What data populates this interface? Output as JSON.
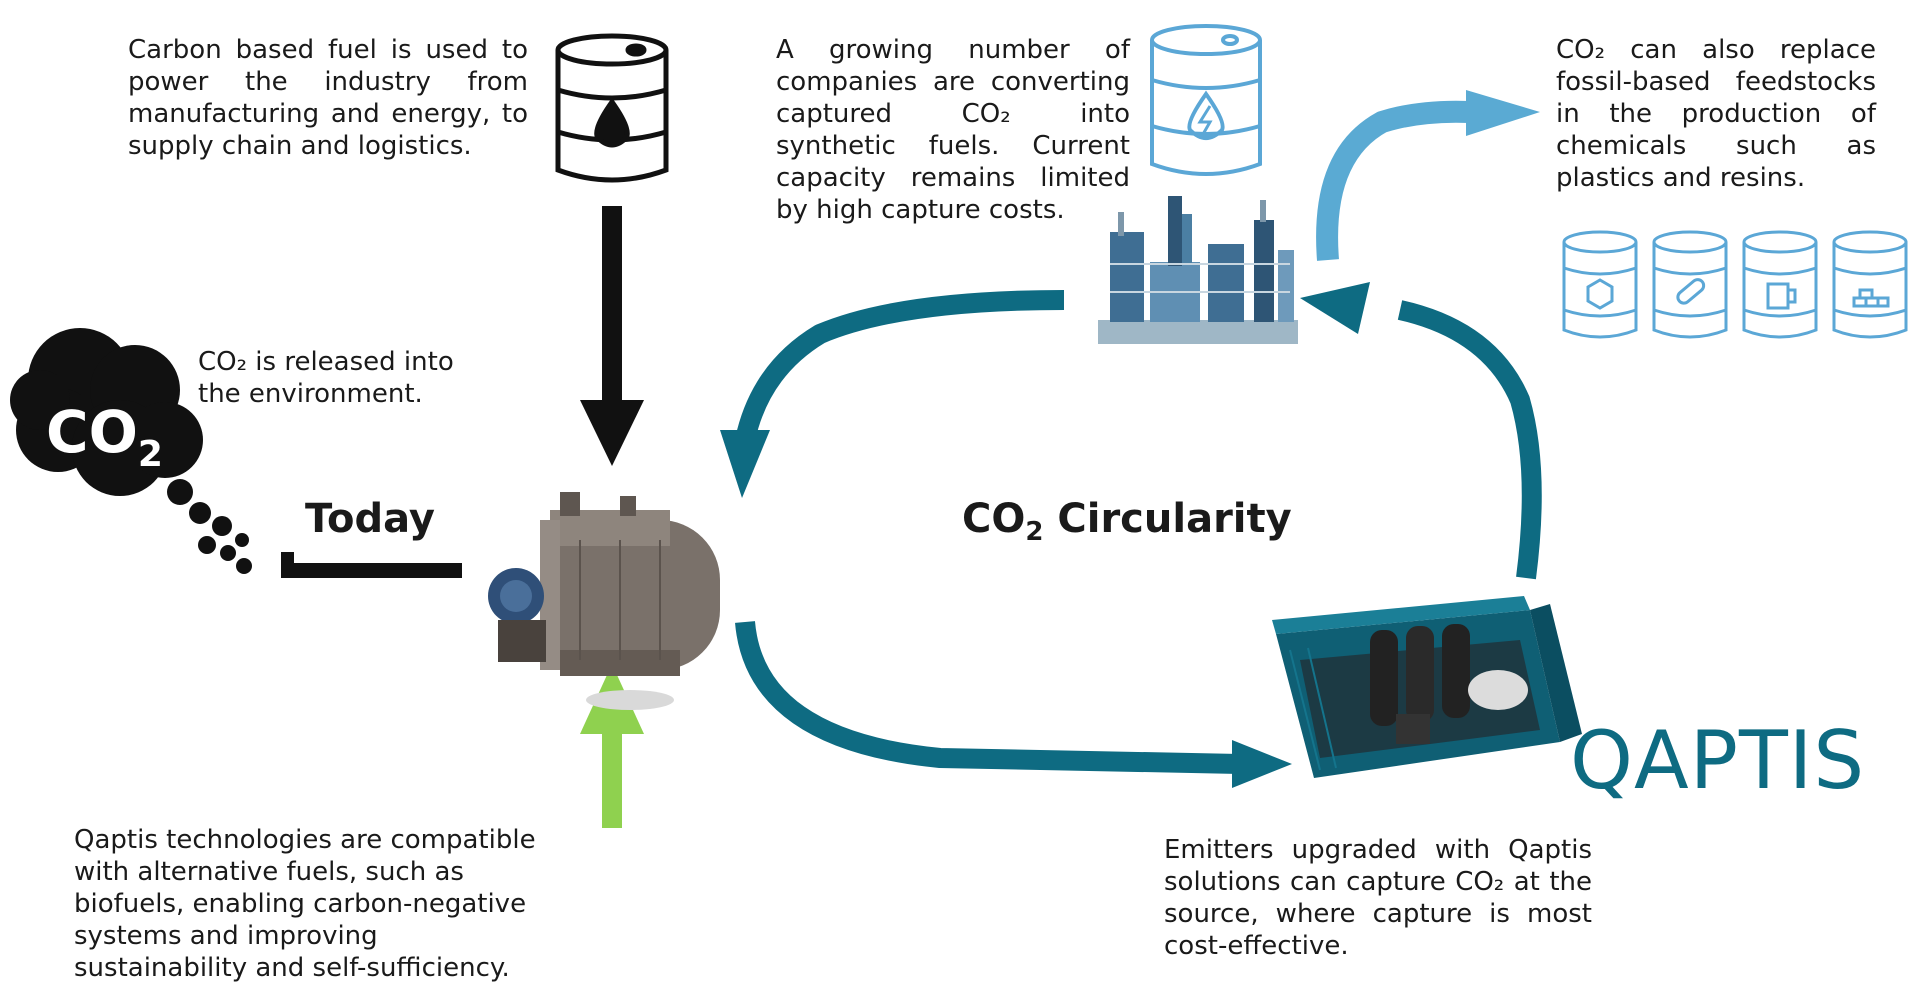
{
  "texts": {
    "carbon_fuel": "Carbon based fuel is used to power the industry from manufacturing and energy, to supply chain and logistics.",
    "synthetic": "A growing number of companies are converting captured CO₂ into synthetic fuels. Current capacity remains limited by high capture costs.",
    "feedstocks": "CO₂ can also replace fossil-based feedstocks in the production of chemicals such as plastics and resins.",
    "released": "CO₂ is released into the environment.",
    "alternative": "Qaptis technologies are compatible with alternative fuels, such as biofuels, enabling carbon-negative systems and improving sustainability and self-sufficiency.",
    "emitters": "Emitters upgraded with Qaptis solutions can capture CO₂ at the source, where capture is most cost-effective."
  },
  "labels": {
    "today": "Today",
    "circularity_main": "CO",
    "circularity_sub": "2",
    "circularity_rest": " Circularity",
    "cloud_main": "CO",
    "cloud_sub": "2"
  },
  "logo": {
    "text": "QAPTIS"
  },
  "icons": {
    "oil_barrel": "oil-barrel-icon",
    "fuel_barrel": "synthetic-fuel-barrel-icon",
    "refinery": "refinery-icon",
    "feedstock_barrels": [
      "chemicals-barrel-icon",
      "pharma-barrel-icon",
      "beverage-barrel-icon",
      "materials-barrel-icon"
    ],
    "boiler": "industrial-boiler-icon",
    "container": "capture-container-icon",
    "cloud": "co2-cloud-icon"
  },
  "colors": {
    "teal": "#0e6b82",
    "light_blue": "#5aaad3",
    "barrel_blue": "#5ba7d6",
    "green": "#8fd14f",
    "black": "#111111"
  }
}
